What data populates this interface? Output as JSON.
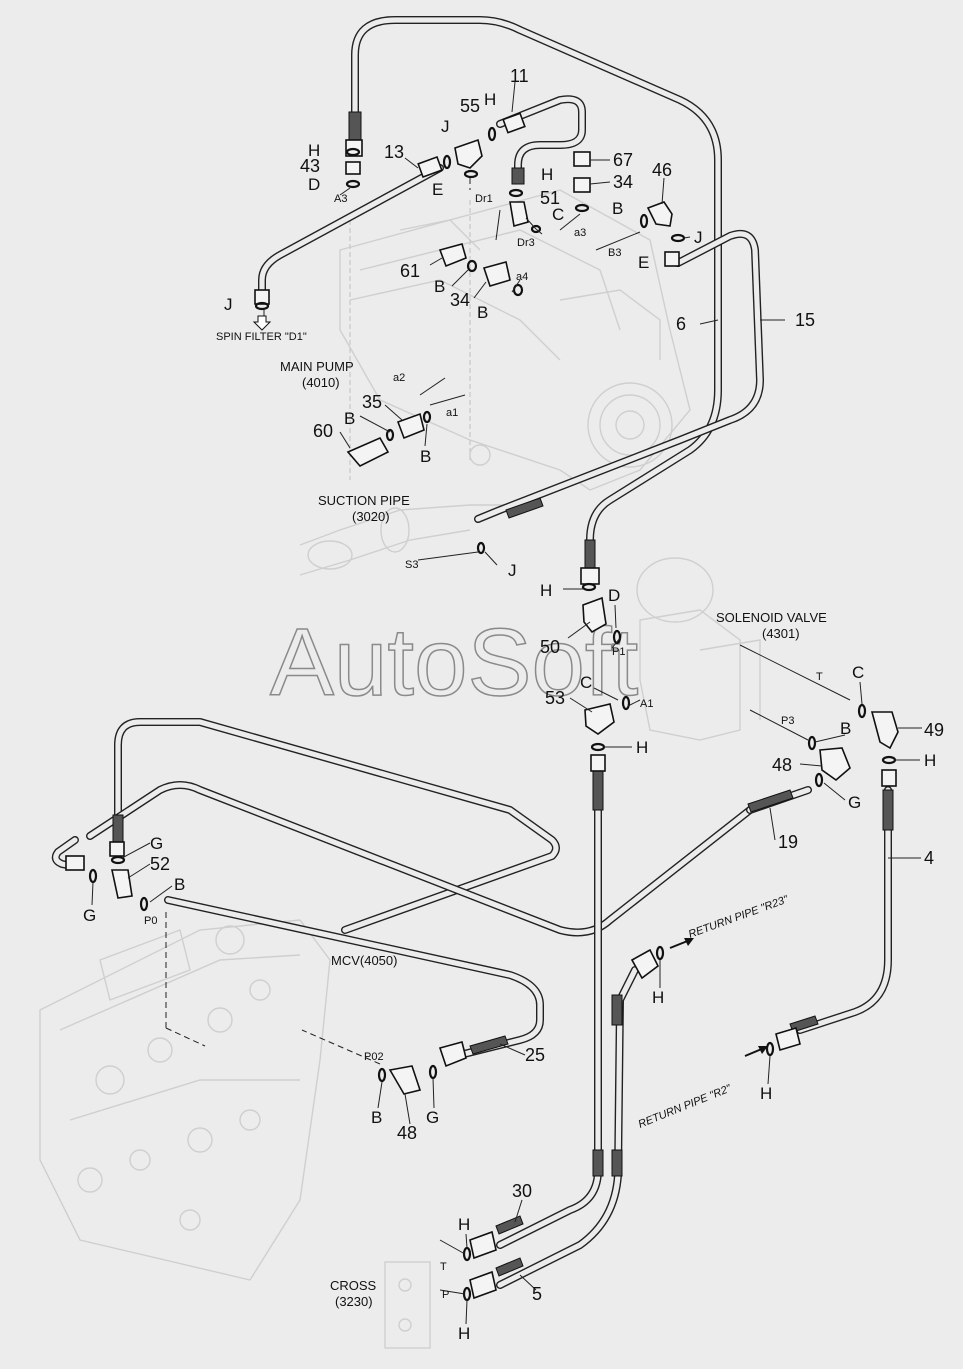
{
  "components": {
    "main_pump": {
      "name": "MAIN PUMP",
      "code": "(4010)"
    },
    "suction_pipe": {
      "name": "SUCTION PIPE",
      "code": "(3020)"
    },
    "solenoid_valve": {
      "name": "SOLENOID VALVE",
      "code": "(4301)"
    },
    "mcv": {
      "name": "MCV(4050)"
    },
    "cross": {
      "name": "CROSS",
      "code": "(3230)"
    },
    "spin_filter": "SPIN FILTER \"D1\"",
    "return_r23": "RETURN PIPE \"R23\"",
    "return_r2": "RETURN PIPE \"R2\""
  },
  "ports": [
    "A3",
    "Dr1",
    "Dr3",
    "a3",
    "B3",
    "a4",
    "a2",
    "a1",
    "S3",
    "P1",
    "T",
    "A1",
    "P3",
    "P0",
    "P02",
    "T",
    "P"
  ],
  "callouts": [
    {
      "id": "c-11",
      "text": "11"
    },
    {
      "id": "c-55",
      "text": "55"
    },
    {
      "id": "c-h1",
      "text": "H"
    },
    {
      "id": "c-13",
      "text": "13"
    },
    {
      "id": "c-h2",
      "text": "H"
    },
    {
      "id": "c-43",
      "text": "43"
    },
    {
      "id": "c-d1",
      "text": "D"
    },
    {
      "id": "c-j1",
      "text": "J"
    },
    {
      "id": "c-e1",
      "text": "E"
    },
    {
      "id": "c-67",
      "text": "67"
    },
    {
      "id": "c-34a",
      "text": "34"
    },
    {
      "id": "c-h3",
      "text": "H"
    },
    {
      "id": "c-51",
      "text": "51"
    },
    {
      "id": "c-c1",
      "text": "C"
    },
    {
      "id": "c-b1",
      "text": "B"
    },
    {
      "id": "c-46",
      "text": "46"
    },
    {
      "id": "c-j2",
      "text": "J"
    },
    {
      "id": "c-e2",
      "text": "E"
    },
    {
      "id": "c-61",
      "text": "61"
    },
    {
      "id": "c-b2",
      "text": "B"
    },
    {
      "id": "c-34b",
      "text": "34"
    },
    {
      "id": "c-b3",
      "text": "B"
    },
    {
      "id": "c-j3",
      "text": "J"
    },
    {
      "id": "c-6",
      "text": "6"
    },
    {
      "id": "c-15",
      "text": "15"
    },
    {
      "id": "c-35",
      "text": "35"
    },
    {
      "id": "c-b4",
      "text": "B"
    },
    {
      "id": "c-60",
      "text": "60"
    },
    {
      "id": "c-b5",
      "text": "B"
    },
    {
      "id": "c-j4",
      "text": "J"
    },
    {
      "id": "c-h4",
      "text": "H"
    },
    {
      "id": "c-d2",
      "text": "D"
    },
    {
      "id": "c-50",
      "text": "50"
    },
    {
      "id": "c-c2",
      "text": "C"
    },
    {
      "id": "c-53",
      "text": "53"
    },
    {
      "id": "c-h5",
      "text": "H"
    },
    {
      "id": "c-c3",
      "text": "C"
    },
    {
      "id": "c-49",
      "text": "49"
    },
    {
      "id": "c-b6",
      "text": "B"
    },
    {
      "id": "c-h6",
      "text": "H"
    },
    {
      "id": "c-48a",
      "text": "48"
    },
    {
      "id": "c-g1",
      "text": "G"
    },
    {
      "id": "c-19",
      "text": "19"
    },
    {
      "id": "c-4",
      "text": "4"
    },
    {
      "id": "c-g2",
      "text": "G"
    },
    {
      "id": "c-52",
      "text": "52"
    },
    {
      "id": "c-b7",
      "text": "B"
    },
    {
      "id": "c-g3",
      "text": "G"
    },
    {
      "id": "c-h7",
      "text": "H"
    },
    {
      "id": "c-25",
      "text": "25"
    },
    {
      "id": "c-h8",
      "text": "H"
    },
    {
      "id": "c-b8",
      "text": "B"
    },
    {
      "id": "c-g4",
      "text": "G"
    },
    {
      "id": "c-48b",
      "text": "48"
    },
    {
      "id": "c-30",
      "text": "30"
    },
    {
      "id": "c-h9",
      "text": "H"
    },
    {
      "id": "c-5",
      "text": "5"
    },
    {
      "id": "c-h10",
      "text": "H"
    }
  ],
  "watermark": "AutoSoft"
}
